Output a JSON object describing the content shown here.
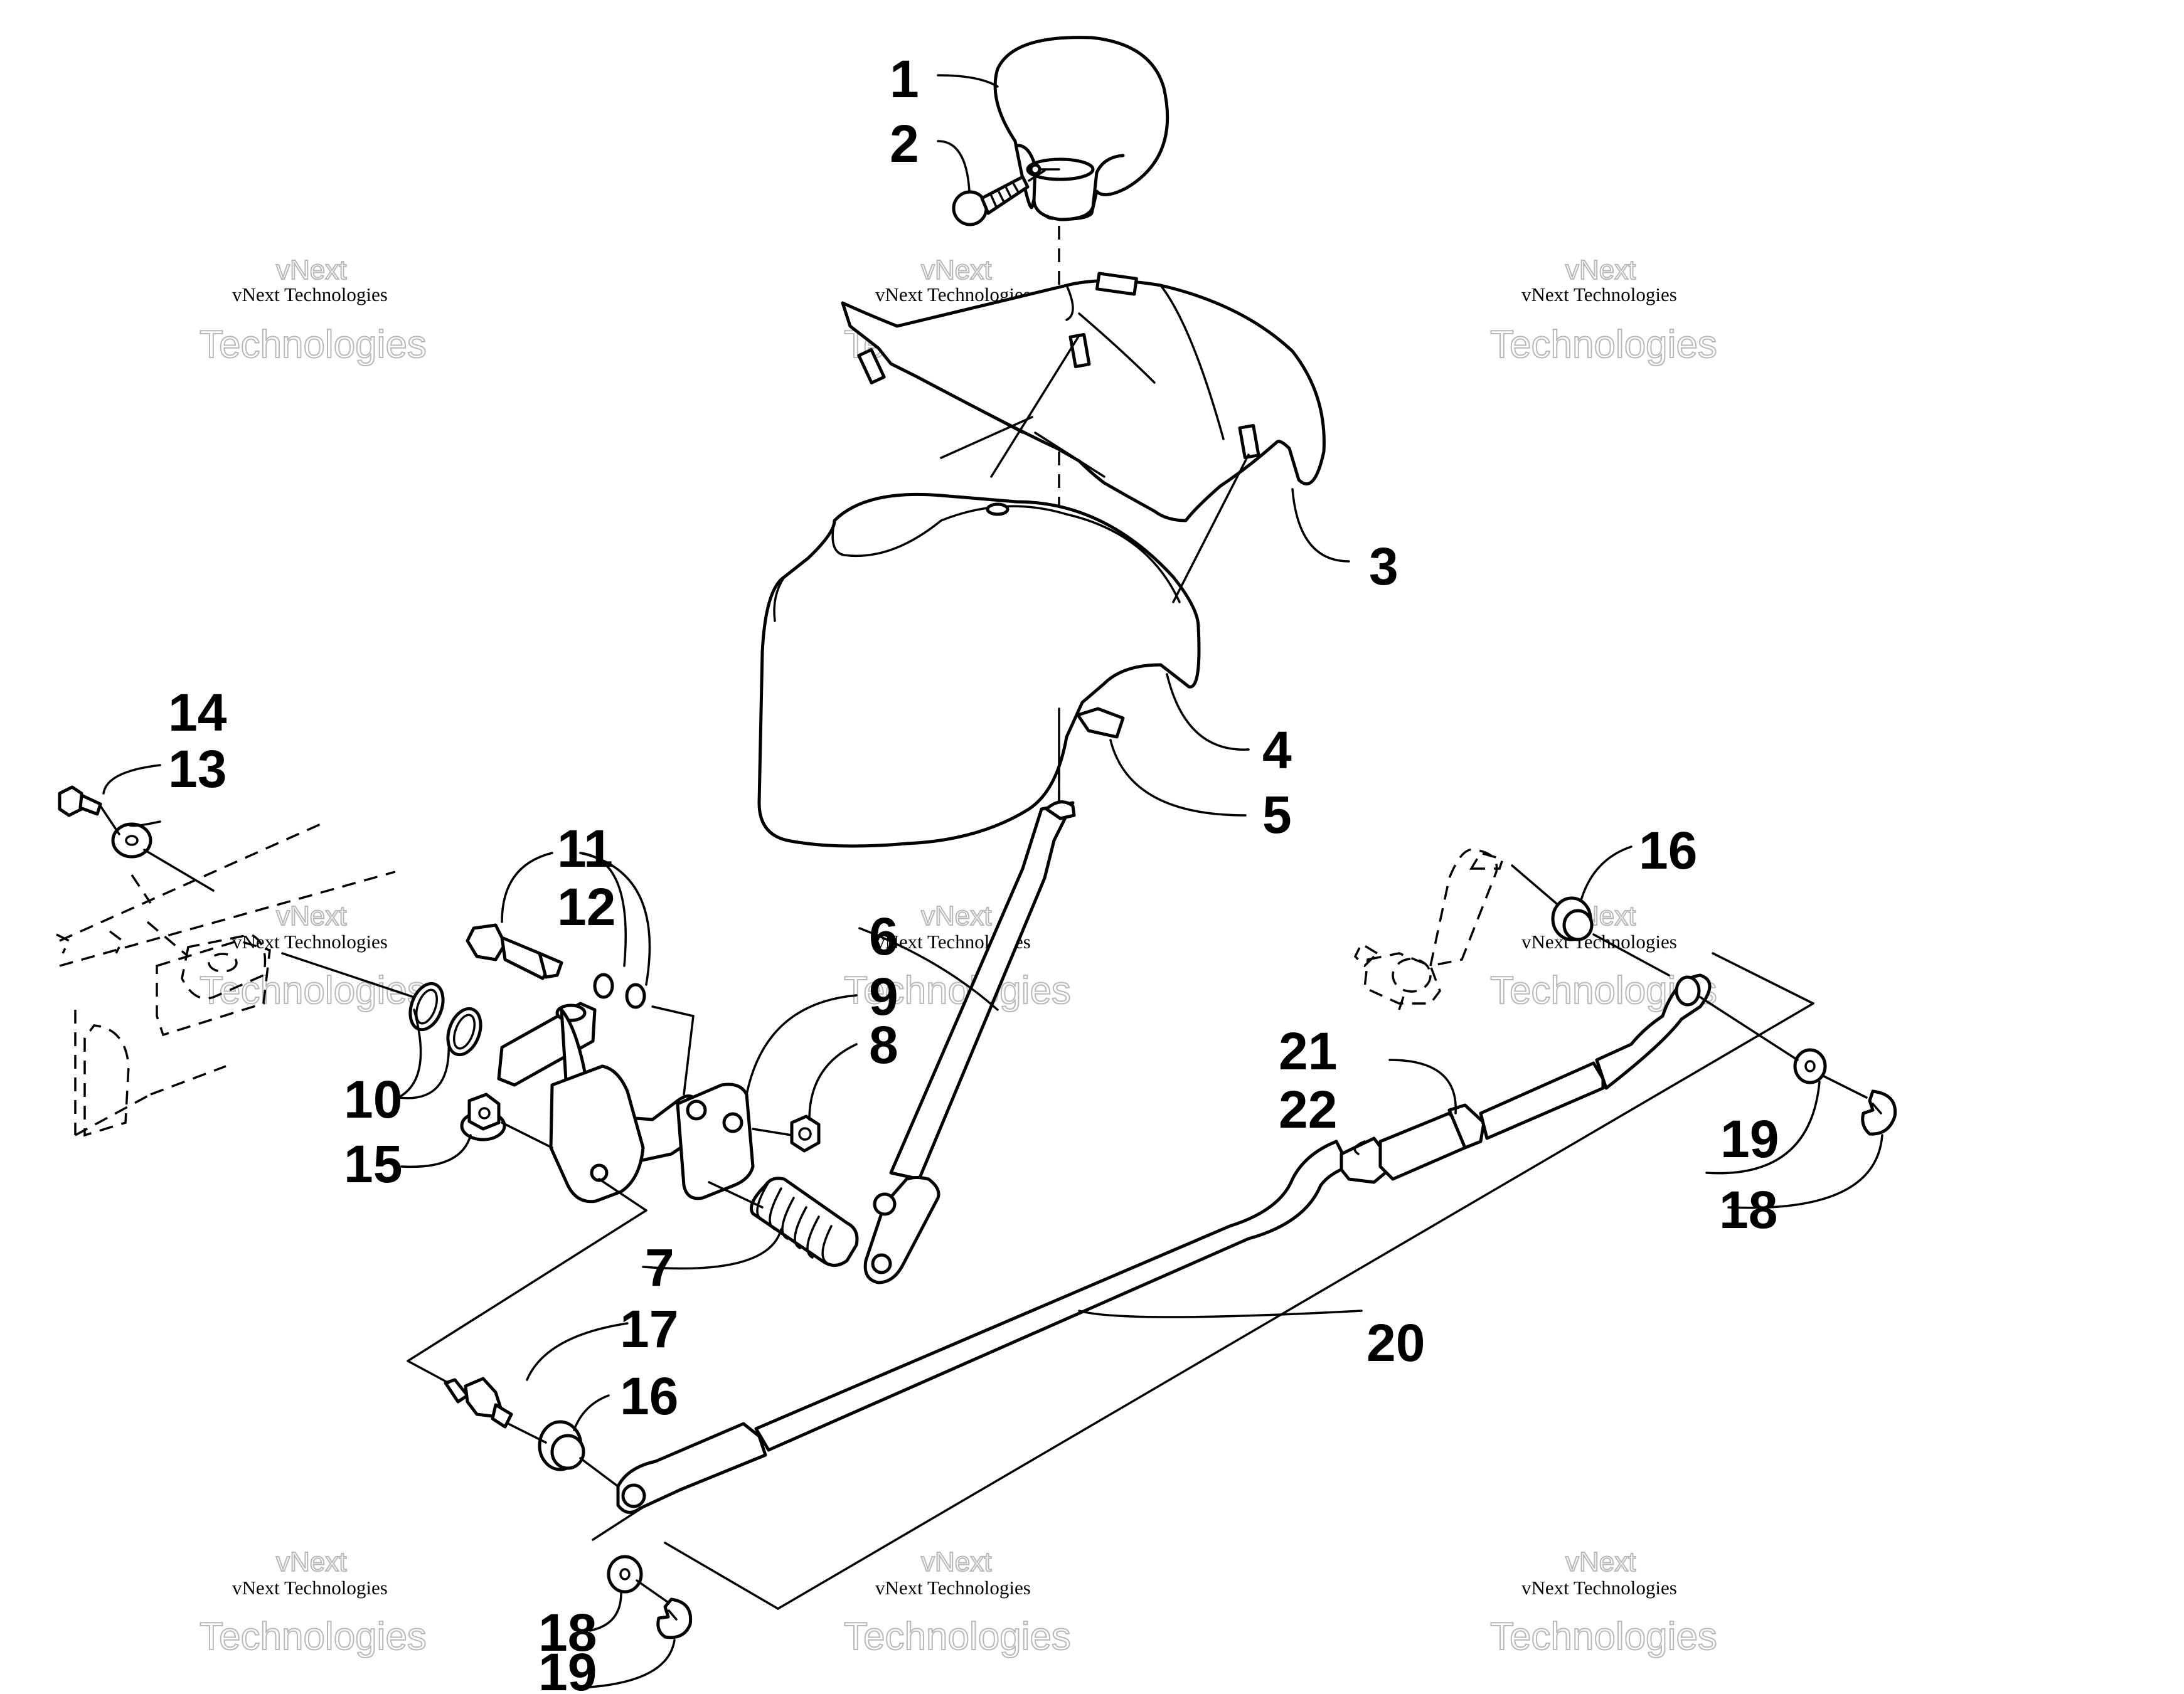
{
  "diagram": {
    "callouts": [
      "1",
      "2",
      "3",
      "4",
      "5",
      "6",
      "9",
      "8",
      "7",
      "10",
      "11",
      "12",
      "13",
      "14",
      "15",
      "16",
      "16",
      "17",
      "18",
      "19",
      "18",
      "19",
      "20",
      "21",
      "22"
    ],
    "watermark": {
      "line1": "vNext Technologies",
      "line2": "Technologies",
      "line0": "vNext"
    }
  }
}
